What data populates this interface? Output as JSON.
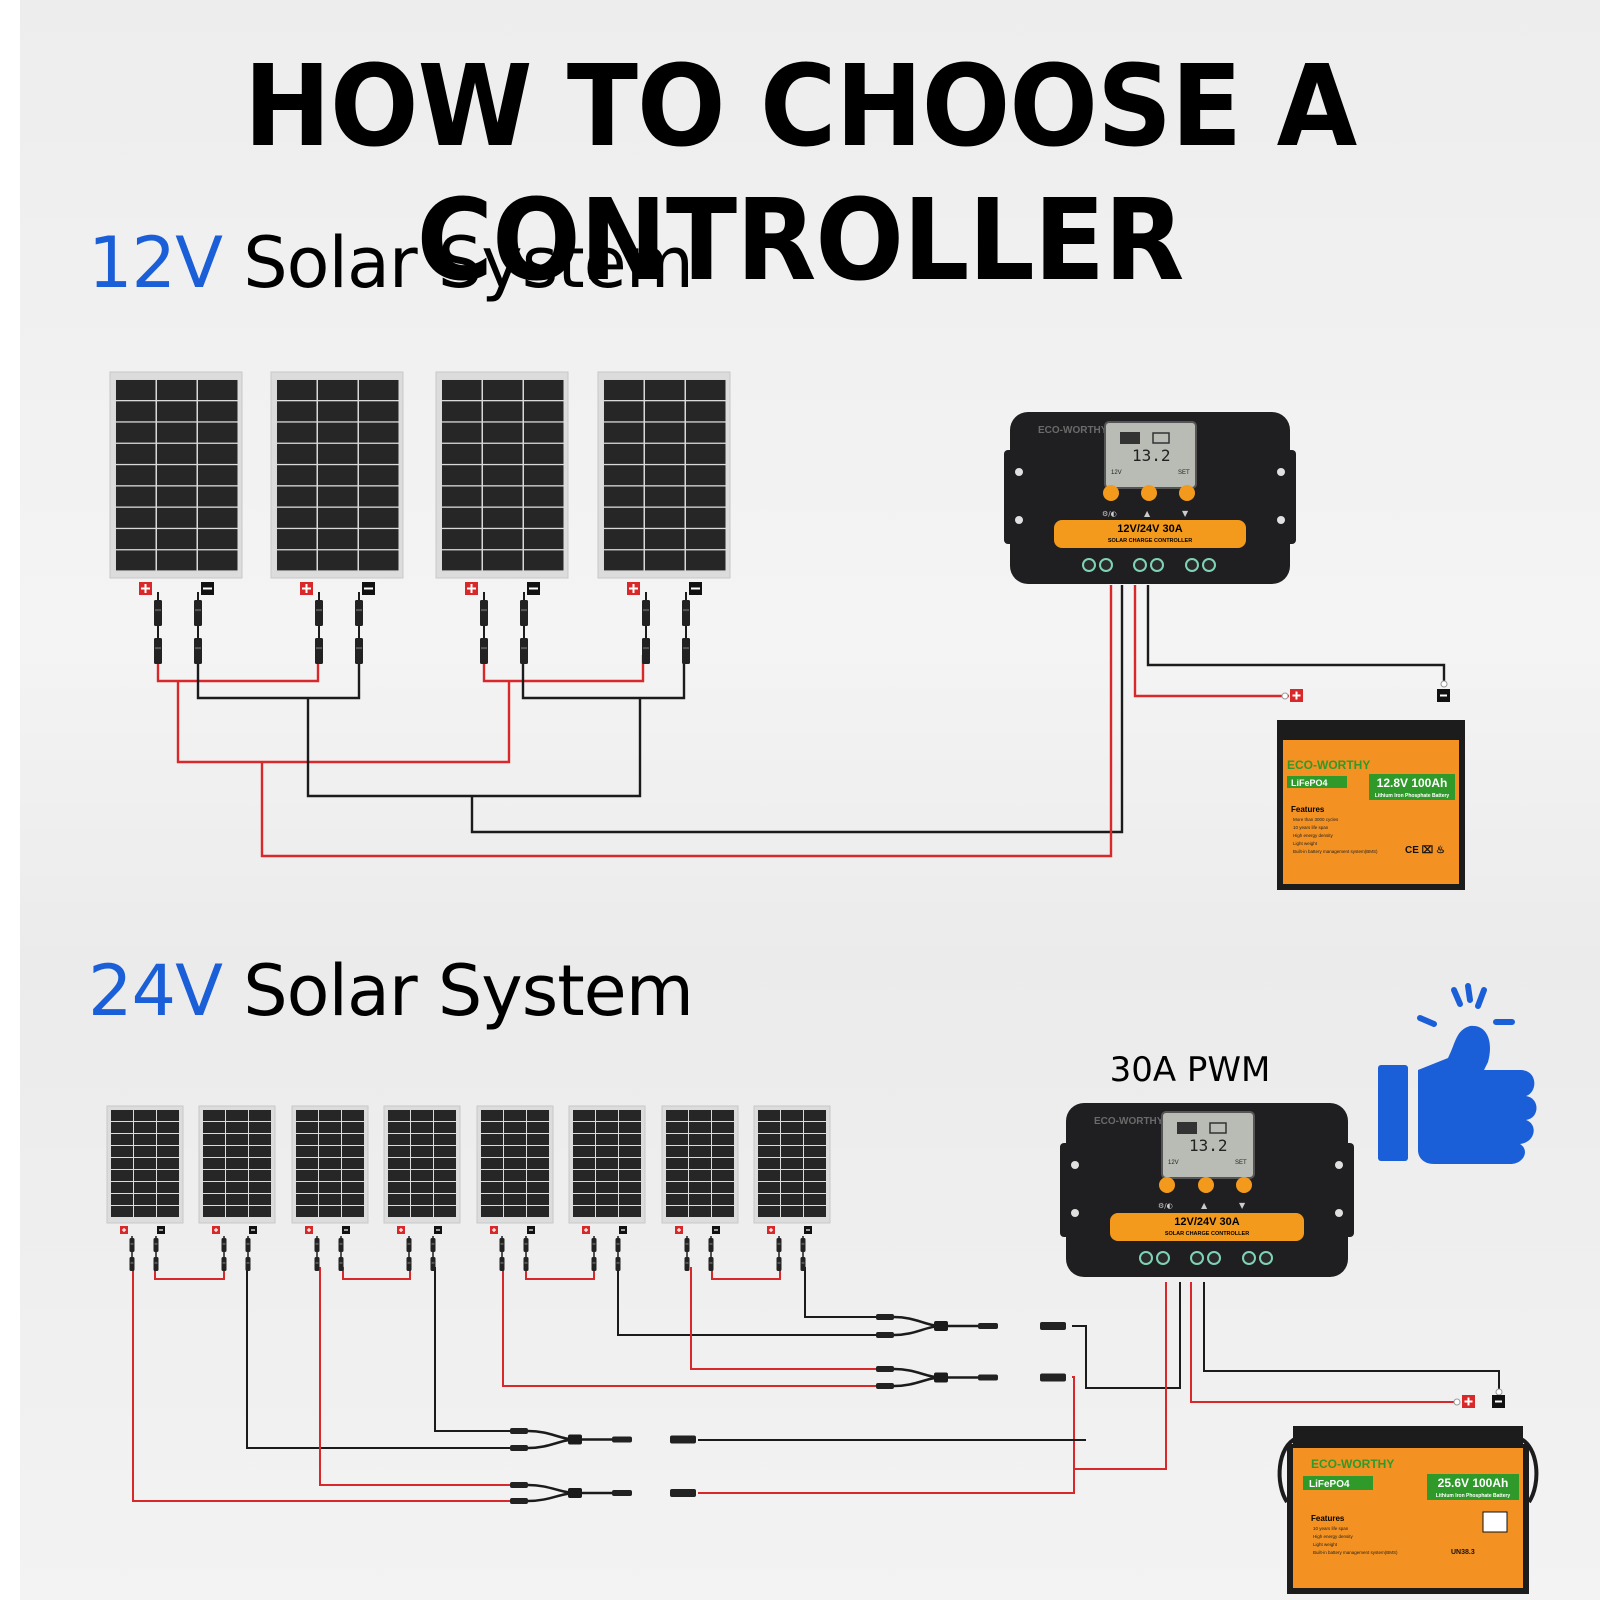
{
  "title": "HOW TO CHOOSE A CONTROLLER",
  "system_12v": {
    "voltage": "12V",
    "label": "Solar System",
    "panel_count": 4
  },
  "system_24v": {
    "voltage": "24V",
    "label": "Solar System",
    "panel_count": 8
  },
  "controller": {
    "brand": "ECO-WORTHY",
    "lcd_reading": "13.2",
    "lcd_small_left": "12V",
    "lcd_small_right": "SET",
    "rating": "12V/24V 30A",
    "subtitle": "SOLAR CHARGE CONTROLLER",
    "pwm_label": "30A PWM"
  },
  "battery_12v": {
    "brand": "ECO-WORTHY",
    "chemistry": "LiFePO4",
    "rating": "12.8V 100Ah",
    "subtitle": "Lithium Iron Phosphate Battery",
    "features_title": "Features",
    "features": [
      "More than 3000 cycles",
      "10 years life span",
      "High energy density",
      "Light weight",
      "Built-in battery management system(BMS)"
    ],
    "marks": "CE ⌧ ♨"
  },
  "battery_24v": {
    "brand": "ECO-WORTHY",
    "chemistry": "LiFePO4",
    "rating": "25.6V 100Ah",
    "subtitle": "Lithium Iron Phosphate Battery",
    "features_title": "Features",
    "features": [
      "10 years life span",
      "High energy density",
      "Light weight",
      "Built-in battery management system(BMS)"
    ],
    "marks": "UN38.3"
  },
  "recommendation_icon": "thumbs-up-icon",
  "colors": {
    "voltage_blue": "#1a5fd8",
    "wire_red": "#d9282a",
    "wire_black": "#1b1b1b",
    "controller_orange": "#f39a1d",
    "battery_orange": "#f39222",
    "battery_green": "#2f9a2a",
    "thumb_blue": "#1a5fd8"
  }
}
